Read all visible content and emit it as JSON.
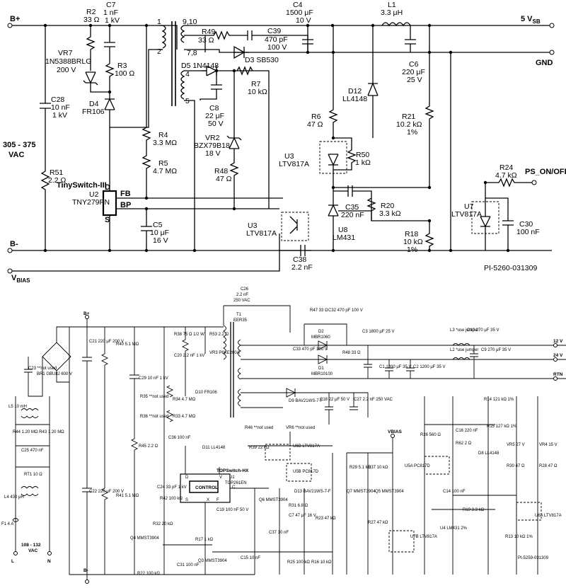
{
  "top": {
    "bplus": "B+",
    "bminus": "B-",
    "vbias_main": "V",
    "vbias_sub": "BIAS",
    "input_range": "305 - 375",
    "input_vac": "VAC",
    "r2": {
      "name": "R2",
      "value": "33 Ω"
    },
    "c7": {
      "name": "C7",
      "value": "1 nF",
      "rating": "1 kV"
    },
    "vr7": {
      "name": "VR7",
      "part": "1N5388BRLG",
      "rating": "200 V"
    },
    "r3": {
      "name": "R3",
      "value": "100 Ω"
    },
    "d4": {
      "name": "D4",
      "part": "FR106"
    },
    "c28": {
      "name": "C28",
      "value": "10 nF",
      "rating": "1 kV"
    },
    "r51": {
      "name": "R51",
      "value": "2.2 Ω"
    },
    "r4": {
      "name": "R4",
      "value": "3.3 MΩ"
    },
    "r5": {
      "name": "R5",
      "value": "4.7 MΩ"
    },
    "c5": {
      "name": "C5",
      "value": "10 μF",
      "rating": "16 V"
    },
    "u2": {
      "family": "TinySwitch-III",
      "name": "U2",
      "part": "TNY279PN",
      "pin_d": "D",
      "pin_fb": "FB",
      "pin_bp": "BP",
      "pin_s": "S"
    },
    "t1": {
      "pin1": "1",
      "pin2": "2",
      "pin910": "9,10",
      "pin78": "7,8",
      "pin4": "4",
      "pin5": "5"
    },
    "d5": "D5 1N4148",
    "r49": {
      "name": "R49",
      "value": "33 Ω"
    },
    "c39": {
      "name": "C39",
      "value": "470 pF",
      "rating": "100 V"
    },
    "d3": "D3 SB530",
    "c8": {
      "name": "C8",
      "value": "22 μF",
      "rating": "50 V"
    },
    "r7": {
      "name": "R7",
      "value": "10 kΩ"
    },
    "vr2": {
      "name": "VR2",
      "part": "BZX79B18",
      "rating": "18 V"
    },
    "r48": {
      "name": "R48",
      "value": "47 Ω"
    },
    "u3b": {
      "name": "U3",
      "part": "LTV817A"
    },
    "c38": {
      "name": "C38",
      "value": "2.2 nF"
    },
    "c4": {
      "name": "C4",
      "value": "1500 μF",
      "rating": "10 V"
    },
    "l1": {
      "name": "L1",
      "value": "3.3 μH"
    },
    "c6": {
      "name": "C6",
      "value": "220 μF",
      "rating": "25 V"
    },
    "d12": {
      "name": "D12",
      "part": "LL4148"
    },
    "r6": {
      "name": "R6",
      "value": "47 Ω"
    },
    "u3a": {
      "name": "U3",
      "part": "LTV817A"
    },
    "r50": {
      "name": "R50",
      "value": "1 kΩ"
    },
    "r21": {
      "name": "R21",
      "value": "10.2 kΩ",
      "tol": "1%"
    },
    "c35": {
      "name": "C35",
      "value": "220 nF"
    },
    "r20": {
      "name": "R20",
      "value": "3.3 kΩ"
    },
    "u8": {
      "name": "U8",
      "part": "LM431"
    },
    "r18": {
      "name": "R18",
      "value": "10 kΩ",
      "tol": "1%"
    },
    "vsb_main": "5 V",
    "vsb_sub": "SB",
    "gnd": "GND",
    "r24": {
      "name": "R24",
      "value": "4.7 kΩ"
    },
    "ps_on": "PS_ON/OFF",
    "u7": {
      "name": "U7",
      "part": "LTV817A"
    },
    "c30": {
      "name": "C30",
      "value": "100 nF"
    },
    "figure_id": "PI-5260-031309"
  },
  "bottom": {
    "bplus": "B+",
    "bminus": "B-",
    "c26_name": "C26",
    "c26_value": "2.2 nF",
    "c26_rating": "250 VAC",
    "t1_name": "T1",
    "t1_part": "EER35",
    "r47": "R47 33 Ω",
    "c32": "C32 470 pF 100 V",
    "d2_name": "D2",
    "d2_part": "MBR1060",
    "c33": "C33 470 pF 100 V",
    "r48": "R48 33 Ω",
    "d1_name": "D1",
    "d1_part": "MBR10100",
    "c3": "C3 1800 μF 25 V",
    "c1": "C1 1200 μF 35 V",
    "c2": "C2 1200 μF 35 V",
    "l3": "L3 *use jumper",
    "c10": "C10 270 μF 35 V",
    "l2": "L2 *use jumper",
    "c9": "C9 270 μF 35 V",
    "out_12v": "12 V",
    "out_24v": "24 V",
    "out_rtn": "RTN",
    "d9": "D9 BAV21WS-7-F",
    "c18": "C18 22 μF 50 V",
    "c27": "C27 2.2 nF 250 VAC",
    "c23": "C23 **not used",
    "br1": "BR1 GBU8J 600 V",
    "l5": "L5 10 mH",
    "r44_r43": "R44 1.20 MΩ R43 1.20 MΩ",
    "c25": "C25 470 nF",
    "rt1": "RT1 10 Ω",
    "l4": "L4 430 μH",
    "f1": "F1 4 A",
    "vac_range": "108 - 132",
    "vac": "VAC",
    "l": "L",
    "n": "N",
    "c21": "C21 220 μF 200 V",
    "r40": "R40 5.1 MΩ",
    "c29": "C29 10 nF 1 kV",
    "r45": "R45 2.2 Ω",
    "c22": "C22 220 μF 200 V",
    "r41": "R41 5.1 MΩ",
    "r38": "R38 75 Ω 1/2 W",
    "r53": "R53 2.2 Ω",
    "vr3": "VR3 P6KE200A",
    "c20": "C20 2.2 nF 1 kV",
    "r35": "R35 **not used",
    "r36": "R36 **not used",
    "r34": "R34 4.7 MΩ",
    "r33": "R33 4.7 MΩ",
    "d10": "D10 FR106",
    "c36": "C36 100 nF",
    "d11": "D11 LL4148",
    "r46": "R46 **not used",
    "vr6": "VR6 **not used",
    "r39": "R39 22 kΩ",
    "u6b": "U6B LTV817A",
    "u5b": "U5B PC817D",
    "c24": "C24 33 pF 1 kV",
    "r42": "R42 100 kΩ",
    "u1_family": "TOPSwitch-HX",
    "u1_name": "U1",
    "u1_part": "TOP261EN",
    "control": "CONTROL",
    "pin_d": "D",
    "pin_v": "V",
    "pin_s": "S",
    "pin_x": "X",
    "pin_f": "F",
    "pin_c": "C",
    "c19": "C19 100 nF 50 V",
    "q6": "Q6 MMST3904",
    "r31": "R31 6.8 Ω",
    "c7": "C7 47 μF 16 V",
    "d13": "D13 BAV21WS-7-F",
    "r23": "R23 47 kΩ",
    "c37": "C37 10 nF",
    "r32": "R32 20 kΩ",
    "q4": "Q4 MMST3904",
    "r17": "R17 1 kΩ",
    "c31": "C31 100 nF",
    "q3": "Q3 MMST3904",
    "r22": "R22 100 kΩ",
    "c15": "C15 10 nF",
    "r25": "R25 100 kΩ",
    "r16": "R16 10 kΩ",
    "vbias": "VBIAS",
    "r29": "R29 5.1 kΩ",
    "r37": "R37 10 kΩ",
    "q7": "Q7 MMST3904",
    "q5": "Q5 MMST3904",
    "r27": "R27 47 kΩ",
    "u7b": "U7B LTV817A",
    "r26": "R26 560 Ω",
    "c16": "C16 220 nF",
    "r62": "R62 2 Ω",
    "u5a": "U5A PC817D",
    "d8": "D8 LL4148",
    "r14": "R14 121 kΩ 1%",
    "r15": "R15 127 kΩ 1%",
    "vr5": "VR5 27 V",
    "vr4": "VR4 15 V",
    "r30": "R30 47 Ω",
    "r28": "R28 47 Ω",
    "c14": "C14 100 nF",
    "r19": "R19 3.3 kΩ",
    "u4": "U4 LM431 2%",
    "r13": "R13 10 kΩ 1%",
    "u6a": "U6A LTV817A",
    "figure_id": "PI-5259-031309"
  }
}
